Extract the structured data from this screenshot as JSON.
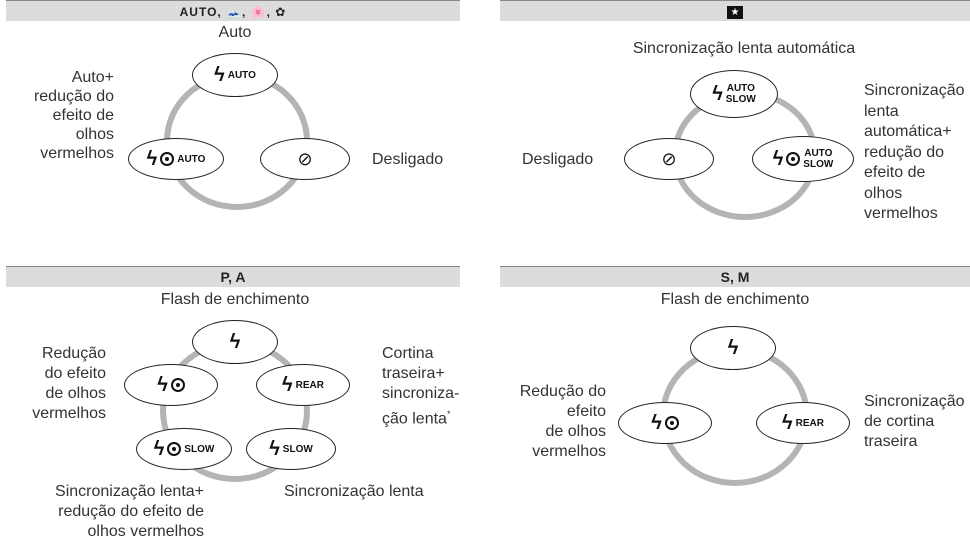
{
  "panels": {
    "tl": {
      "header": "AUTO, 🗻, 🌸, ✿",
      "top": "Auto",
      "left": [
        "Auto+",
        "redução do",
        "efeito de",
        "olhos",
        "vermelhos"
      ],
      "right": "Desligado",
      "pill_top": "AUTO",
      "pill_left": "AUTO"
    },
    "tr": {
      "top": "Sincronização lenta automática",
      "left": "Desligado",
      "right": [
        "Sincronização",
        "lenta",
        "automática+",
        "redução do",
        "efeito de",
        "olhos",
        "vermelhos"
      ],
      "pill_top": [
        "AUTO",
        "SLOW"
      ],
      "pill_right": [
        "AUTO",
        "SLOW"
      ]
    },
    "bl": {
      "header": "P, A",
      "top": "Flash de enchimento",
      "left": [
        "Redução",
        "do efeito",
        "de olhos",
        "vermelhos"
      ],
      "right": [
        "Cortina",
        "traseira+",
        "sincroniza-",
        "ção lenta"
      ],
      "right_note": "*",
      "bottom_left": [
        "Sincronização lenta+",
        "redução do efeito de",
        "olhos vermelhos"
      ],
      "bottom_right": "Sincronização lenta",
      "pill_rear": "REAR",
      "pill_slow_eye": "SLOW",
      "pill_slow": "SLOW"
    },
    "br": {
      "header": "S, M",
      "top": "Flash de enchimento",
      "left": [
        "Redução do",
        "efeito",
        "de olhos",
        "vermelhos"
      ],
      "right": [
        "Sincronização",
        "de cortina",
        "traseira"
      ],
      "pill_rear": "REAR"
    }
  },
  "icons": {
    "bolt": "ϟ",
    "noflash": "⊘"
  }
}
